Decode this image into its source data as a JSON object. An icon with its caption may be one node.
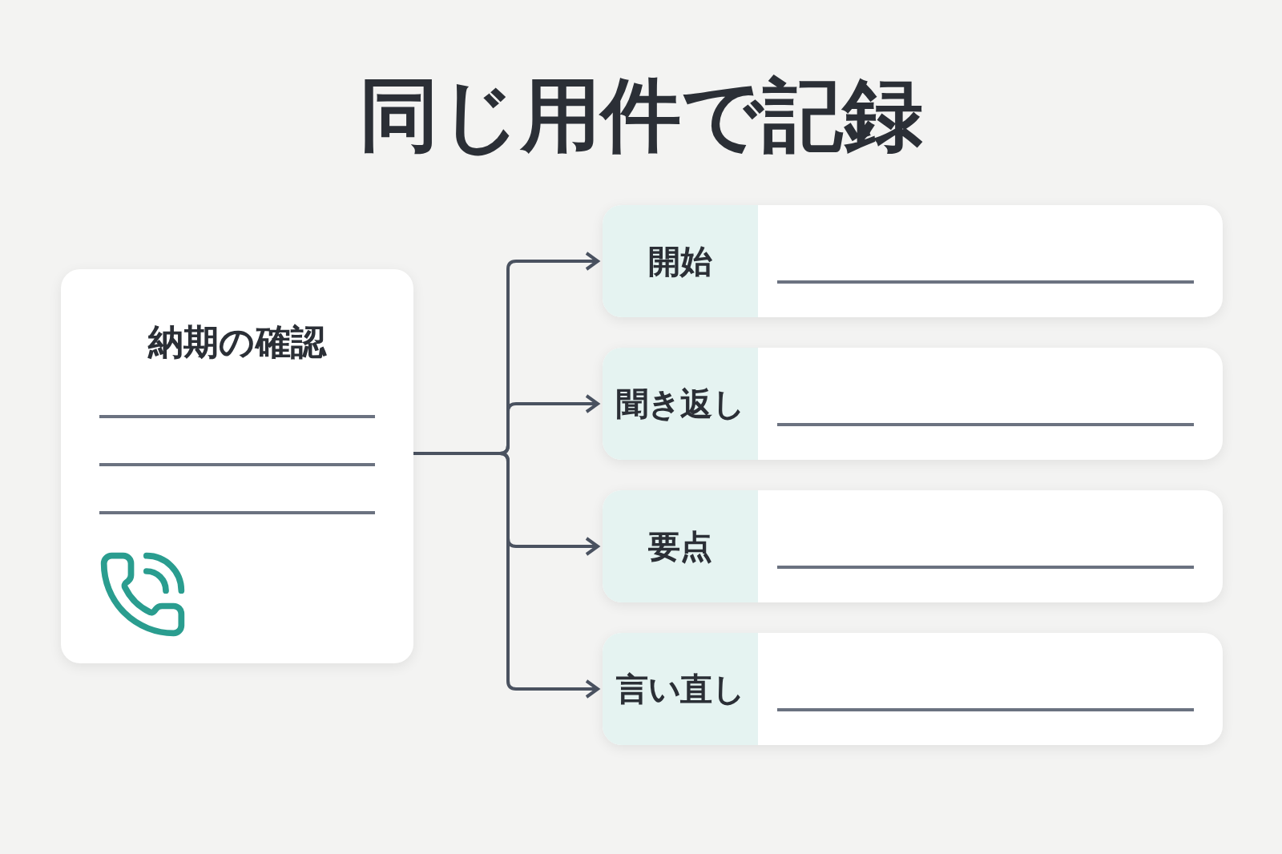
{
  "diagram": {
    "title": "同じ用件で記録",
    "nodes": [
      {
        "text": [
          "納期の確認"
        ]
      },
      {
        "text": [
          "開始"
        ]
      },
      {
        "text": [
          "聞き返し"
        ]
      },
      {
        "text": [
          "要点"
        ]
      },
      {
        "text": [
          "言い直し"
        ]
      }
    ],
    "edges": [
      {
        "from": 0,
        "to": 1,
        "arrow": "to"
      },
      {
        "from": 0,
        "to": 2,
        "arrow": "to"
      },
      {
        "from": 0,
        "to": 3,
        "arrow": "to"
      },
      {
        "from": 0,
        "to": 4,
        "arrow": "to"
      }
    ]
  }
}
